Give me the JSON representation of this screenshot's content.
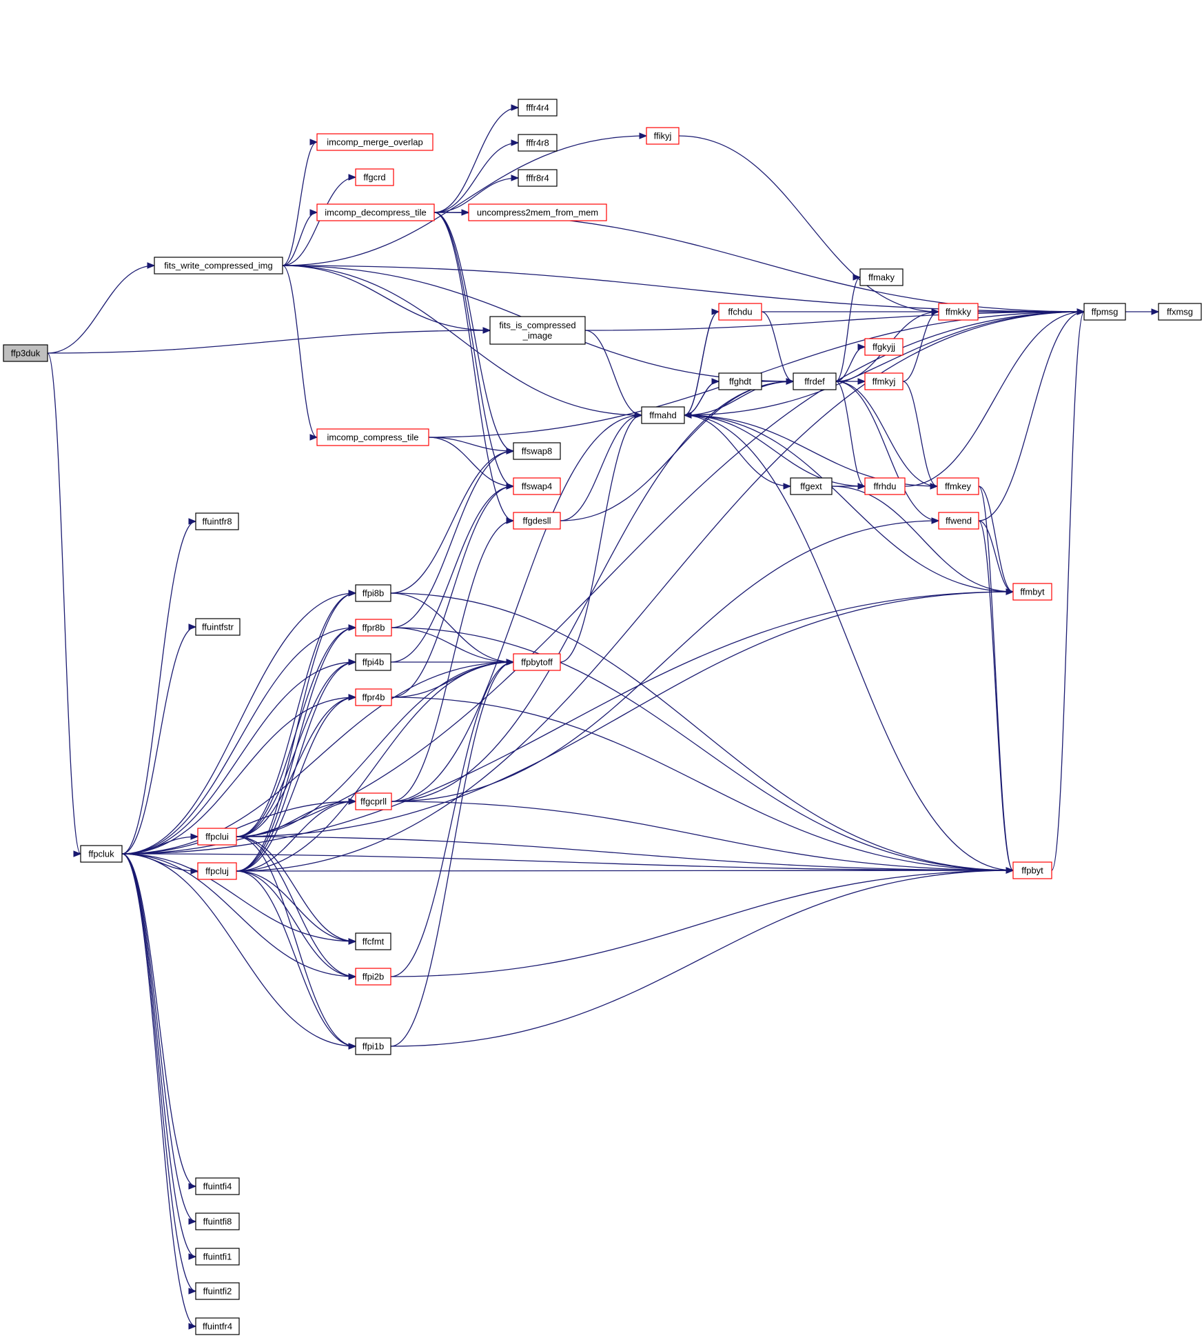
{
  "diagram": {
    "type": "call-graph",
    "colors": {
      "edge": "#191970",
      "border_plain": "#000000",
      "border_truncated": "#ff0000",
      "root_fill": "#bfbfbf",
      "node_fill": "#ffffff"
    },
    "nodes": [
      {
        "id": "ffp3duk",
        "label": "ffp3duk",
        "kind": "root"
      },
      {
        "id": "fits_write_compressed_img",
        "label": "fits_write_compressed_img",
        "kind": "plain"
      },
      {
        "id": "imcomp_merge_overlap",
        "label": "imcomp_merge_overlap",
        "kind": "truncated"
      },
      {
        "id": "ffgcrd",
        "label": "ffgcrd",
        "kind": "truncated"
      },
      {
        "id": "imcomp_decompress_tile",
        "label": "imcomp_decompress_tile",
        "kind": "truncated"
      },
      {
        "id": "ffr4r4",
        "label": "fffr4r4",
        "kind": "plain"
      },
      {
        "id": "ffr4r8",
        "label": "fffr4r8",
        "kind": "plain"
      },
      {
        "id": "ffr8r4",
        "label": "fffr8r4",
        "kind": "plain"
      },
      {
        "id": "uncompress2mem_from_mem",
        "label": "uncompress2mem_from_mem",
        "kind": "truncated"
      },
      {
        "id": "ffikyj",
        "label": "ffikyj",
        "kind": "truncated"
      },
      {
        "id": "fits_is_compressed_image",
        "label": "fits_is_compressed\n_image",
        "kind": "plain"
      },
      {
        "id": "ffmahd",
        "label": "ffmahd",
        "kind": "plain"
      },
      {
        "id": "imcomp_compress_tile",
        "label": "imcomp_compress_tile",
        "kind": "truncated"
      },
      {
        "id": "ffswap8",
        "label": "ffswap8",
        "kind": "plain"
      },
      {
        "id": "ffswap4",
        "label": "ffswap4",
        "kind": "truncated"
      },
      {
        "id": "ffgdesll",
        "label": "ffgdesll",
        "kind": "truncated"
      },
      {
        "id": "ffchdu",
        "label": "ffchdu",
        "kind": "truncated"
      },
      {
        "id": "ffghdt",
        "label": "ffghdt",
        "kind": "plain"
      },
      {
        "id": "ffrdef",
        "label": "ffrdef",
        "kind": "plain"
      },
      {
        "id": "ffmaky",
        "label": "ffmaky",
        "kind": "plain"
      },
      {
        "id": "ffmkky",
        "label": "ffmkky",
        "kind": "truncated"
      },
      {
        "id": "ffgkyjj",
        "label": "ffgkyjj",
        "kind": "truncated"
      },
      {
        "id": "ffmkyj",
        "label": "ffmkyj",
        "kind": "truncated"
      },
      {
        "id": "ffpmsg",
        "label": "ffpmsg",
        "kind": "plain"
      },
      {
        "id": "ffxmsg",
        "label": "ffxmsg",
        "kind": "plain"
      },
      {
        "id": "ffgext",
        "label": "ffgext",
        "kind": "plain"
      },
      {
        "id": "ffrhdu",
        "label": "ffrhdu",
        "kind": "truncated"
      },
      {
        "id": "ffmkey",
        "label": "ffmkey",
        "kind": "truncated"
      },
      {
        "id": "ffwend",
        "label": "ffwend",
        "kind": "truncated"
      },
      {
        "id": "ffmbyt",
        "label": "ffmbyt",
        "kind": "truncated"
      },
      {
        "id": "ffpbyt",
        "label": "ffpbyt",
        "kind": "truncated"
      },
      {
        "id": "ffuintfr8",
        "label": "ffuintfr8",
        "kind": "plain"
      },
      {
        "id": "ffuintfstr",
        "label": "ffuintfstr",
        "kind": "plain"
      },
      {
        "id": "ffpi8b",
        "label": "ffpi8b",
        "kind": "plain"
      },
      {
        "id": "ffpr8b",
        "label": "ffpr8b",
        "kind": "truncated"
      },
      {
        "id": "ffpi4b",
        "label": "ffpi4b",
        "kind": "plain"
      },
      {
        "id": "ffpr4b",
        "label": "ffpr4b",
        "kind": "truncated"
      },
      {
        "id": "ffpbytoff",
        "label": "ffpbytoff",
        "kind": "truncated"
      },
      {
        "id": "ffgcprll",
        "label": "ffgcprll",
        "kind": "truncated"
      },
      {
        "id": "ffpclui",
        "label": "ffpclui",
        "kind": "truncated"
      },
      {
        "id": "ffpcluk",
        "label": "ffpcluk",
        "kind": "plain"
      },
      {
        "id": "ffpcluj",
        "label": "ffpcluj",
        "kind": "truncated"
      },
      {
        "id": "ffcfmt",
        "label": "ffcfmt",
        "kind": "plain"
      },
      {
        "id": "ffpi2b",
        "label": "ffpi2b",
        "kind": "truncated"
      },
      {
        "id": "ffpi1b",
        "label": "ffpi1b",
        "kind": "plain"
      },
      {
        "id": "ffuintfi4",
        "label": "ffuintfi4",
        "kind": "plain"
      },
      {
        "id": "ffuintfi8",
        "label": "ffuintfi8",
        "kind": "plain"
      },
      {
        "id": "ffuintfi1",
        "label": "ffuintfi1",
        "kind": "plain"
      },
      {
        "id": "ffuintfi2",
        "label": "ffuintfi2",
        "kind": "plain"
      },
      {
        "id": "ffuintfr4",
        "label": "ffuintfr4",
        "kind": "plain"
      }
    ],
    "edges": [
      [
        "ffp3duk",
        "fits_write_compressed_img"
      ],
      [
        "ffp3duk",
        "fits_is_compressed_image"
      ],
      [
        "ffp3duk",
        "ffpcluk"
      ],
      [
        "fits_write_compressed_img",
        "imcomp_merge_overlap"
      ],
      [
        "fits_write_compressed_img",
        "ffgcrd"
      ],
      [
        "fits_write_compressed_img",
        "imcomp_decompress_tile"
      ],
      [
        "fits_write_compressed_img",
        "ffikyj"
      ],
      [
        "fits_write_compressed_img",
        "fits_is_compressed_image"
      ],
      [
        "fits_write_compressed_img",
        "ffmahd"
      ],
      [
        "fits_write_compressed_img",
        "ffrdef"
      ],
      [
        "fits_write_compressed_img",
        "imcomp_compress_tile"
      ],
      [
        "fits_write_compressed_img",
        "ffpmsg"
      ],
      [
        "imcomp_decompress_tile",
        "ffr4r4"
      ],
      [
        "imcomp_decompress_tile",
        "ffr4r8"
      ],
      [
        "imcomp_decompress_tile",
        "ffr8r4"
      ],
      [
        "imcomp_decompress_tile",
        "uncompress2mem_from_mem"
      ],
      [
        "imcomp_decompress_tile",
        "ffpmsg"
      ],
      [
        "imcomp_decompress_tile",
        "ffswap8"
      ],
      [
        "imcomp_decompress_tile",
        "ffswap4"
      ],
      [
        "imcomp_decompress_tile",
        "ffgdesll"
      ],
      [
        "ffikyj",
        "ffmkky"
      ],
      [
        "fits_is_compressed_image",
        "ffmahd"
      ],
      [
        "fits_is_compressed_image",
        "ffpmsg"
      ],
      [
        "imcomp_compress_tile",
        "ffswap8"
      ],
      [
        "imcomp_compress_tile",
        "ffswap4"
      ],
      [
        "imcomp_compress_tile",
        "ffpmsg"
      ],
      [
        "ffgdesll",
        "ffmahd"
      ],
      [
        "ffgdesll",
        "ffrdef"
      ],
      [
        "ffmahd",
        "ffchdu"
      ],
      [
        "ffmahd",
        "ffghdt"
      ],
      [
        "ffmahd",
        "ffgext"
      ],
      [
        "ffmahd",
        "ffrhdu"
      ],
      [
        "ffmahd",
        "ffpmsg"
      ],
      [
        "ffchdu",
        "ffrdef"
      ],
      [
        "ffchdu",
        "ffmahd"
      ],
      [
        "ffchdu",
        "ffpmsg"
      ],
      [
        "ffghdt",
        "ffrdef"
      ],
      [
        "ffghdt",
        "ffmahd"
      ],
      [
        "ffrdef",
        "ffmaky"
      ],
      [
        "ffrdef",
        "ffmkky"
      ],
      [
        "ffrdef",
        "ffgkyjj"
      ],
      [
        "ffrdef",
        "ffmkyj"
      ],
      [
        "ffrdef",
        "ffmahd"
      ],
      [
        "ffrdef",
        "ffrhdu"
      ],
      [
        "ffrdef",
        "ffmkey"
      ],
      [
        "ffrdef",
        "ffwend"
      ],
      [
        "ffmkky",
        "ffpmsg"
      ],
      [
        "ffmkyj",
        "ffmkky"
      ],
      [
        "ffmkyj",
        "ffmkey"
      ],
      [
        "ffpmsg",
        "ffxmsg"
      ],
      [
        "ffgext",
        "ffrhdu"
      ],
      [
        "ffgext",
        "ffmbyt"
      ],
      [
        "ffrhdu",
        "ffpmsg"
      ],
      [
        "ffmkey",
        "ffmahd"
      ],
      [
        "ffmkey",
        "ffmbyt"
      ],
      [
        "ffmkey",
        "ffpbyt"
      ],
      [
        "ffwend",
        "ffmbyt"
      ],
      [
        "ffwend",
        "ffpbyt"
      ],
      [
        "ffwend",
        "ffpmsg"
      ],
      [
        "ffmbyt",
        "ffmahd"
      ],
      [
        "ffpbyt",
        "ffmahd"
      ],
      [
        "ffpbyt",
        "ffpmsg"
      ],
      [
        "ffpcluk",
        "ffpmsg"
      ],
      [
        "ffpcluk",
        "ffuintfr8"
      ],
      [
        "ffpcluk",
        "ffuintfstr"
      ],
      [
        "ffpcluk",
        "ffpbytoff"
      ],
      [
        "ffpcluk",
        "ffpi8b"
      ],
      [
        "ffpcluk",
        "ffpr8b"
      ],
      [
        "ffpcluk",
        "ffpi4b"
      ],
      [
        "ffpcluk",
        "ffpr4b"
      ],
      [
        "ffpcluk",
        "ffgcprll"
      ],
      [
        "ffpcluk",
        "ffpclui"
      ],
      [
        "ffpcluk",
        "ffpcluj"
      ],
      [
        "ffpcluk",
        "ffcfmt"
      ],
      [
        "ffpcluk",
        "ffpi2b"
      ],
      [
        "ffpcluk",
        "ffpi1b"
      ],
      [
        "ffpcluk",
        "ffpbyt"
      ],
      [
        "ffpcluk",
        "ffmbyt"
      ],
      [
        "ffpcluk",
        "ffuintfi4"
      ],
      [
        "ffpcluk",
        "ffuintfi8"
      ],
      [
        "ffpcluk",
        "ffuintfi1"
      ],
      [
        "ffpcluk",
        "ffuintfi2"
      ],
      [
        "ffpcluk",
        "ffuintfr4"
      ],
      [
        "ffpi8b",
        "ffswap8"
      ],
      [
        "ffpi8b",
        "ffpbytoff"
      ],
      [
        "ffpi8b",
        "ffpbyt"
      ],
      [
        "ffpr8b",
        "ffswap8"
      ],
      [
        "ffpr8b",
        "ffpbytoff"
      ],
      [
        "ffpr8b",
        "ffpbyt"
      ],
      [
        "ffpi4b",
        "ffswap4"
      ],
      [
        "ffpi4b",
        "ffpbytoff"
      ],
      [
        "ffpr4b",
        "ffswap4"
      ],
      [
        "ffpr4b",
        "ffpbytoff"
      ],
      [
        "ffpr4b",
        "ffpbyt"
      ],
      [
        "ffpbytoff",
        "ffmahd"
      ],
      [
        "ffgcprll",
        "ffgdesll"
      ],
      [
        "ffgcprll",
        "ffmahd"
      ],
      [
        "ffgcprll",
        "ffrdef"
      ],
      [
        "ffgcprll",
        "ffwend"
      ],
      [
        "ffgcprll",
        "ffpbyt"
      ],
      [
        "ffpclui",
        "ffgcprll"
      ],
      [
        "ffpclui",
        "ffpi8b"
      ],
      [
        "ffpclui",
        "ffpr8b"
      ],
      [
        "ffpclui",
        "ffpi4b"
      ],
      [
        "ffpclui",
        "ffpr4b"
      ],
      [
        "ffpclui",
        "ffpbytoff"
      ],
      [
        "ffpclui",
        "ffcfmt"
      ],
      [
        "ffpclui",
        "ffpi2b"
      ],
      [
        "ffpclui",
        "ffpi1b"
      ],
      [
        "ffpclui",
        "ffmbyt"
      ],
      [
        "ffpclui",
        "ffpbyt"
      ],
      [
        "ffpcluj",
        "ffgcprll"
      ],
      [
        "ffpcluj",
        "ffpi8b"
      ],
      [
        "ffpcluj",
        "ffpr8b"
      ],
      [
        "ffpcluj",
        "ffpi4b"
      ],
      [
        "ffpcluj",
        "ffpr4b"
      ],
      [
        "ffpcluj",
        "ffpbytoff"
      ],
      [
        "ffpcluj",
        "ffcfmt"
      ],
      [
        "ffpcluj",
        "ffpi2b"
      ],
      [
        "ffpcluj",
        "ffpi1b"
      ],
      [
        "ffpcluj",
        "ffpbyt"
      ],
      [
        "ffpcluj",
        "ffpmsg"
      ],
      [
        "ffpi2b",
        "ffpbytoff"
      ],
      [
        "ffpi2b",
        "ffpbyt"
      ],
      [
        "ffpi1b",
        "ffpbytoff"
      ],
      [
        "ffpi1b",
        "ffpbyt"
      ]
    ]
  }
}
